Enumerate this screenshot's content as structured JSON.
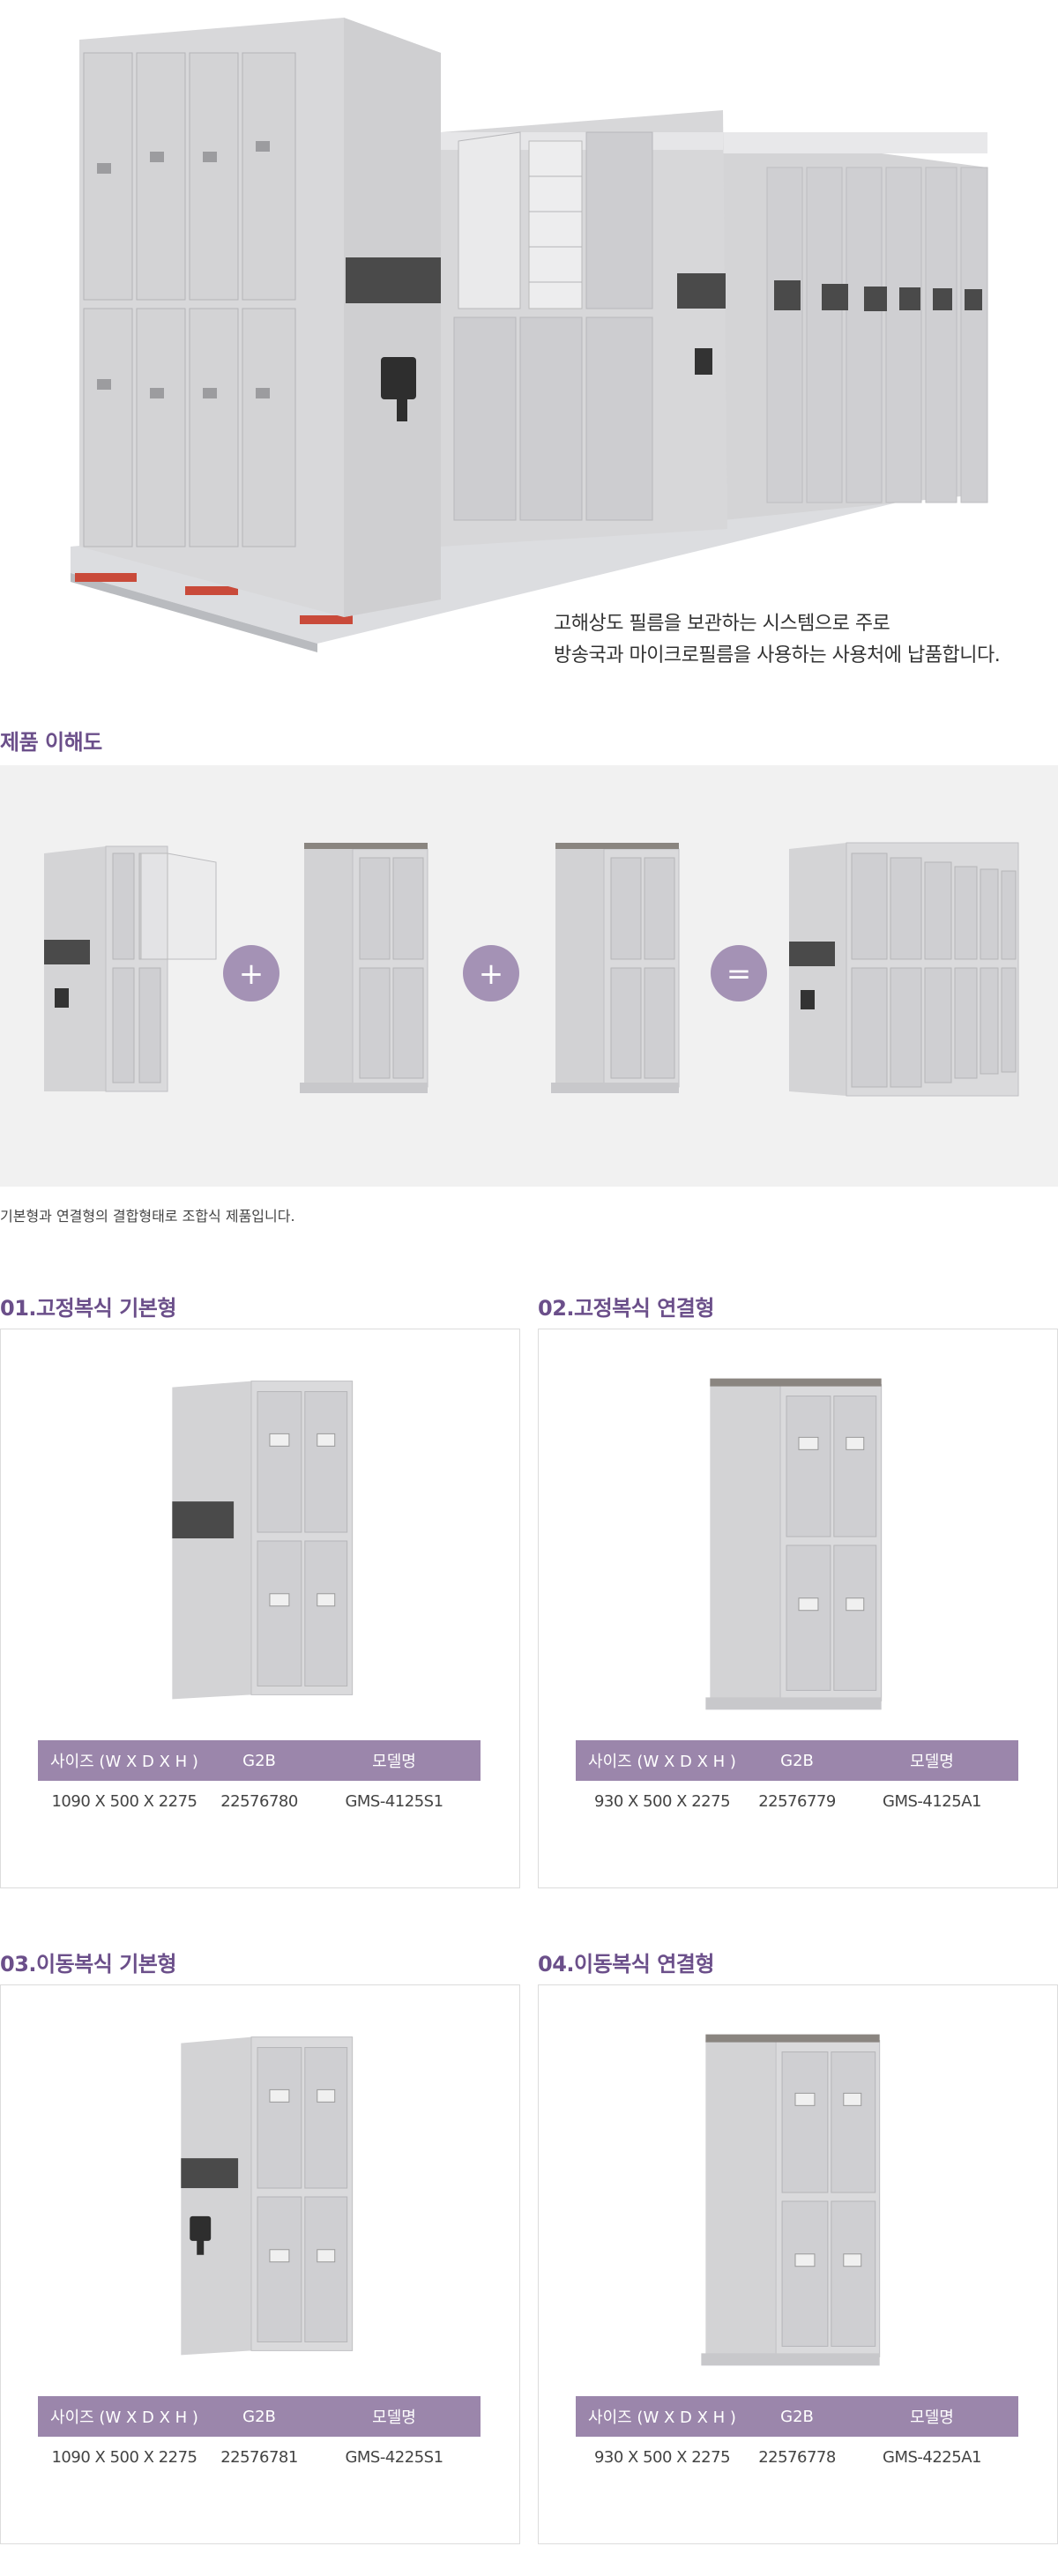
{
  "hero": {
    "caption_line1": "고해상도 필름을 보관하는 시스템으로 주로",
    "caption_line2": "방송국과 마이크로필름을 사용하는 사용처에 납품합니다."
  },
  "diagram": {
    "title": "제품 이해도",
    "plus_symbol": "+",
    "equals_symbol": "=",
    "note": "기본형과 연결형의 결합형태로 조합식 제품입니다."
  },
  "spec_headers": {
    "size": "사이즈 (W X D X H )",
    "g2b": "G2B",
    "model": "모델명"
  },
  "products": [
    {
      "title": "01.고정복식 기본형",
      "size": "1090 X 500 X 2275",
      "g2b": "22576780",
      "model": "GMS-4125S1"
    },
    {
      "title": "02.고정복식 연결형",
      "size": "930 X 500 X 2275",
      "g2b": "22576779",
      "model": "GMS-4125A1"
    },
    {
      "title": "03.이동복식 기본형",
      "size": "1090 X 500 X 2275",
      "g2b": "22576781",
      "model": "GMS-4225S1"
    },
    {
      "title": "04.이동복식 연결형",
      "size": "930 X 500 X 2275",
      "g2b": "22576778",
      "model": "GMS-4225A1"
    }
  ],
  "colors": {
    "accent": "#6b4f8a",
    "table_header": "#9b86ab",
    "cabinet": "#d9d9d9",
    "panel_dark": "#4a4a4a"
  }
}
